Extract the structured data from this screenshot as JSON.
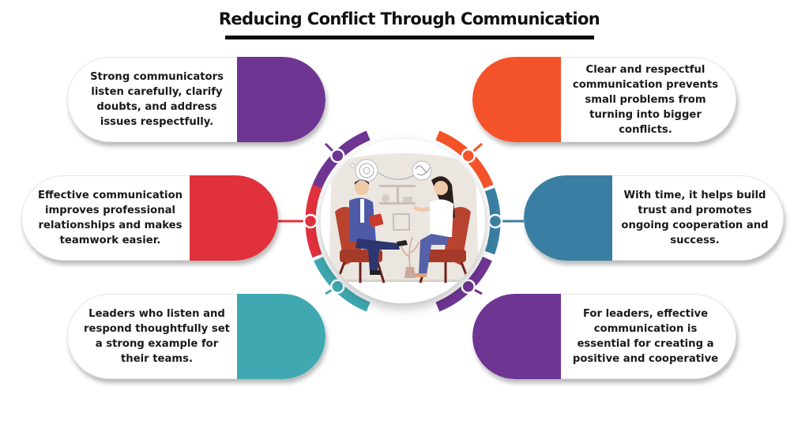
{
  "title": "Reducing Conflict Through Communication",
  "colors": {
    "purple": "#6f3592",
    "orange": "#f4532a",
    "red": "#e0313d",
    "blue": "#3a7fa3",
    "teal": "#3fa8b0",
    "title_rule": "#0d0d0d"
  },
  "items": [
    {
      "id": "top-left",
      "color": "#6f3592",
      "text": "Strong communicators listen carefully, clarify doubts, and address issues respectfully."
    },
    {
      "id": "top-right",
      "color": "#f4532a",
      "text": "Clear and respectful communication prevents small problems from turning into bigger conflicts."
    },
    {
      "id": "middle-left",
      "color": "#e0313d",
      "text": "Effective communication improves professional relationships and makes teamwork easier."
    },
    {
      "id": "middle-right",
      "color": "#3a7fa3",
      "text": "With time, it helps build trust and promotes ongoing cooperation and success."
    },
    {
      "id": "bottom-left",
      "color": "#3fa8b0",
      "text": "Leaders who listen and respond thoughtfully set a strong example for their teams."
    },
    {
      "id": "bottom-right",
      "color": "#6f3592",
      "text": "For leaders, effective communication is essential for creating a positive and cooperative"
    }
  ],
  "center_image": {
    "description": "Illustration of a man with a clipboard and a woman talking while seated in red armchairs",
    "icons": [
      "thought-bubble-spiral-icon",
      "speech-bubble-tangle-icon",
      "wall-shelf-icon",
      "picture-frame-icon",
      "potted-plant-icon"
    ]
  }
}
